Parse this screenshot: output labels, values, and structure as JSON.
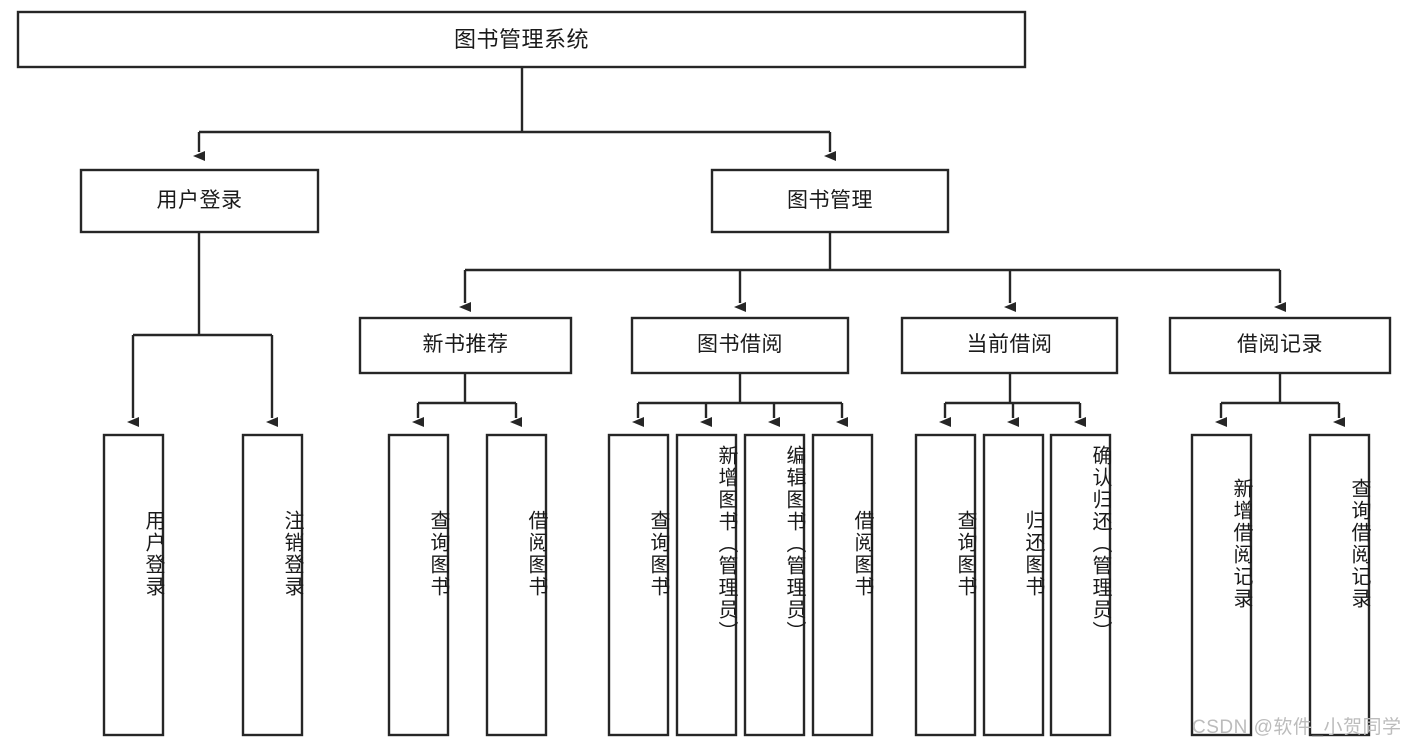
{
  "diagram": {
    "type": "tree-hierarchy",
    "title": "图书管理系统",
    "watermark": "CSDN @软件_小贺同学",
    "colors": {
      "box_stroke": "#262626",
      "box_fill": "#ffffff",
      "connector": "#262626",
      "text": "#1a1a1a",
      "background": "#ffffff",
      "watermark": "#bcbcbc"
    },
    "root": {
      "label": "图书管理系统"
    },
    "level2": [
      {
        "label": "用户登录"
      },
      {
        "label": "图书管理"
      }
    ],
    "level3": [
      {
        "label": "新书推荐"
      },
      {
        "label": "图书借阅"
      },
      {
        "label": "当前借阅"
      },
      {
        "label": "借阅记录"
      }
    ],
    "leaves": {
      "user_login": [
        {
          "label": "用户登录"
        },
        {
          "label": "注销登录"
        }
      ],
      "new_book_recommend": [
        {
          "label": "查询图书"
        },
        {
          "label": "借阅图书"
        }
      ],
      "book_borrow": [
        {
          "label": "查询图书"
        },
        {
          "label": "新增图书（管理员）"
        },
        {
          "label": "编辑图书（管理员）"
        },
        {
          "label": "借阅图书"
        }
      ],
      "current_borrow": [
        {
          "label": "查询图书"
        },
        {
          "label": "归还图书"
        },
        {
          "label": "确认归还（管理员）"
        }
      ],
      "borrow_record": [
        {
          "label": "新增借阅记录"
        },
        {
          "label": "查询借阅记录"
        }
      ]
    }
  }
}
